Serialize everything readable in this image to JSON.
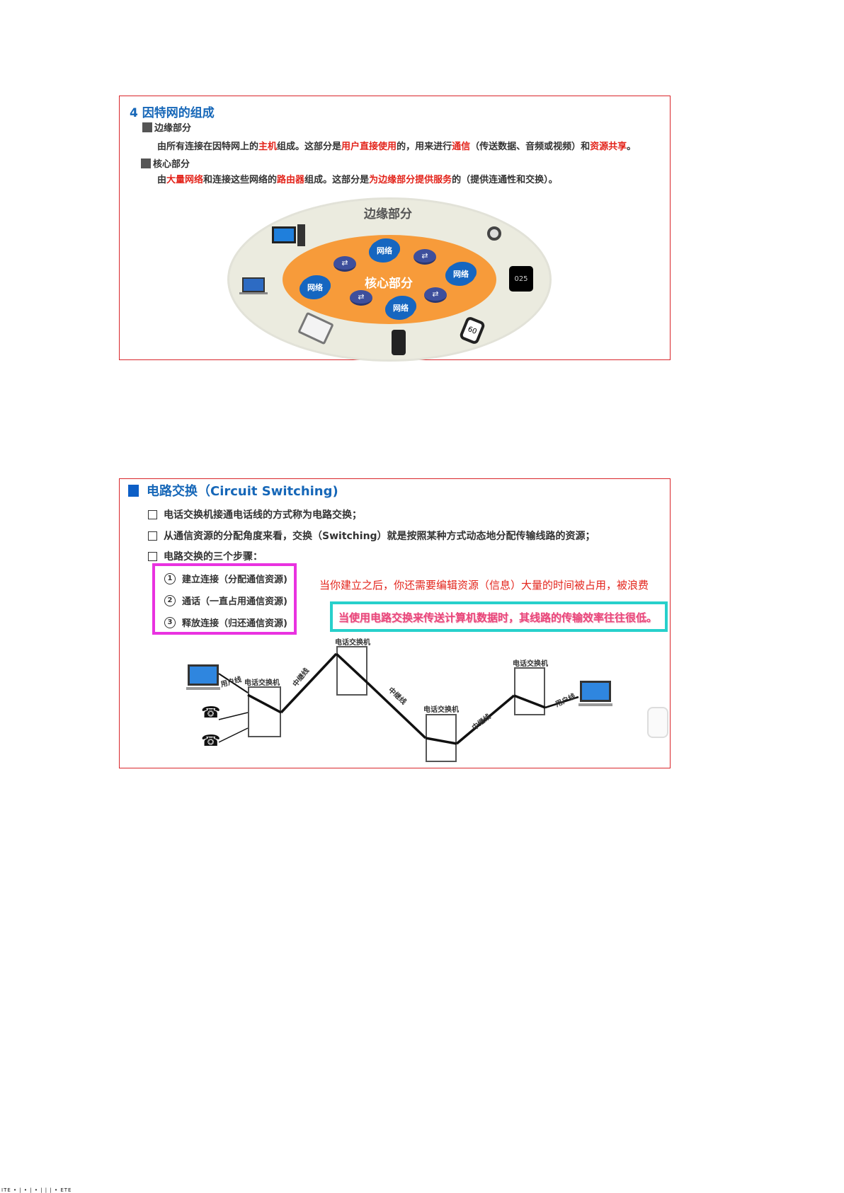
{
  "slide1": {
    "title": "4 因特网的组成",
    "edge_heading": "边缘部分",
    "edge_para": [
      {
        "t": "由所有连接在因特网上的",
        "hl": false
      },
      {
        "t": "主机",
        "hl": true
      },
      {
        "t": "组成。这部分是",
        "hl": false
      },
      {
        "t": "用户直接使用",
        "hl": true
      },
      {
        "t": "的，用来进行",
        "hl": false
      },
      {
        "t": "通信",
        "hl": true
      },
      {
        "t": "（传送数据、音频或视频）和",
        "hl": false
      },
      {
        "t": "资源共享",
        "hl": true
      },
      {
        "t": "。",
        "hl": false
      }
    ],
    "core_heading": "核心部分",
    "core_para": [
      {
        "t": "由",
        "hl": false
      },
      {
        "t": "大量网络",
        "hl": true
      },
      {
        "t": "和连接这些网络的",
        "hl": false
      },
      {
        "t": "路由器",
        "hl": true
      },
      {
        "t": "组成。这部分是",
        "hl": false
      },
      {
        "t": "为边缘部分提供服务",
        "hl": true
      },
      {
        "t": "的（提供连通性和交换）。",
        "hl": false
      }
    ],
    "diagram": {
      "outer_label": "边缘部分",
      "inner_label": "核心部分",
      "network_label": "网络",
      "tv_text": "025",
      "watch_text": "60"
    }
  },
  "slide2": {
    "title": "电路交换（Circuit Switching)",
    "bullets": [
      "电话交换机接通电话线的方式称为电路交换；",
      "从通信资源的分配角度来看，交换（Switching）就是按照某种方式动态地分配传输线路的资源；",
      "电路交换的三个步骤："
    ],
    "steps": [
      {
        "num": "1",
        "text": "建立连接（分配通信资源)"
      },
      {
        "num": "2",
        "text": "通话（一直占用通信资源)"
      },
      {
        "num": "3",
        "text": "释放连接（归还通信资源)"
      }
    ],
    "red_note": "当你建立之后，你还需要编辑资源（信息）大量的时间被占用，被浪费",
    "teal_note": "当使用电路交换来传送计算机数据时，其线路的传输效率往往很低。",
    "diagram": {
      "switch_label": "电话交换机",
      "user_line": "用户线",
      "trunk_line": "中继线"
    }
  },
  "footer": "ITE • | • | • | | | • ETE"
}
